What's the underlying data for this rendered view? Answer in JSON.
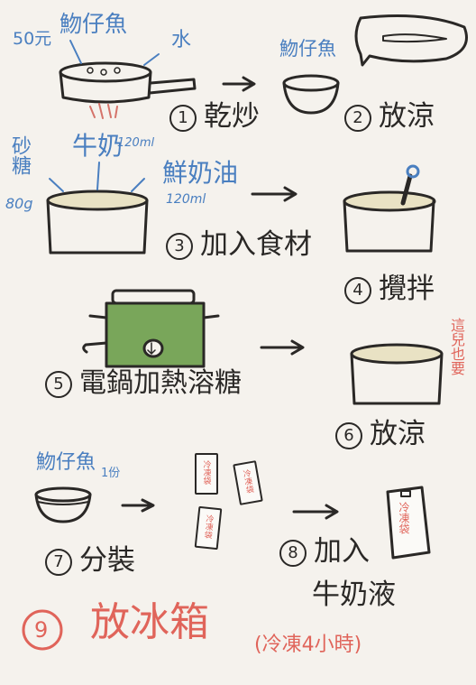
{
  "step1": {
    "price": "50元",
    "fish": "魩仔魚",
    "water": "水",
    "num": "1",
    "label": "乾炒"
  },
  "step2": {
    "fish": "魩仔魚",
    "num": "2",
    "label": "放涼"
  },
  "step3": {
    "sugar": "砂糖",
    "sugar_amt": "80g",
    "milk": "牛奶",
    "milk_amt": "120ml",
    "cream": "鮮奶油",
    "cream_amt": "120ml",
    "num": "3",
    "label": "加入食材"
  },
  "step4": {
    "num": "4",
    "label": "攪拌"
  },
  "step5": {
    "num": "5",
    "label": "電鍋加熱溶糖"
  },
  "step6": {
    "note": "這兒也要",
    "num": "6",
    "label": "放涼"
  },
  "step7": {
    "fish": "魩仔魚",
    "fish_amt": "1份",
    "num": "7",
    "label": "分裝"
  },
  "packet": {
    "text": "冷凍袋"
  },
  "step8": {
    "num": "8",
    "label1": "加入",
    "label2": "牛奶液"
  },
  "step9": {
    "num": "9",
    "label": "放冰箱",
    "note": "(冷凍4小時)"
  },
  "colors": {
    "ink": "#2a2826",
    "blue": "#4a7fc0",
    "red": "#e0645a",
    "green": "#79a65a",
    "cream": "#e9e2c4"
  }
}
